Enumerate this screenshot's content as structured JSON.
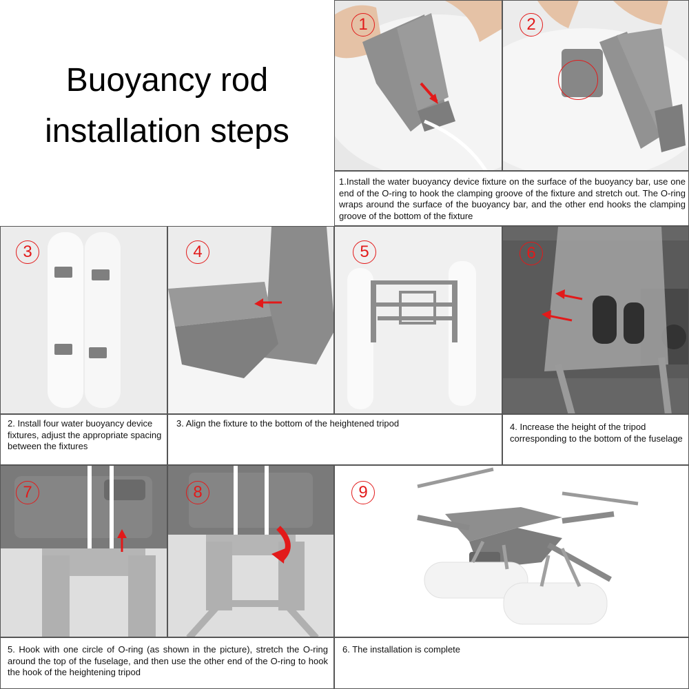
{
  "title": {
    "line1": "Buoyancy rod",
    "line2": "installation steps"
  },
  "steps": [
    {
      "number": "1",
      "caption": "1.Install the water buoyancy device fixture on the surface of the buoyancy bar, use one end of the O-ring to hook the clamping groove of the fixture and stretch out. The O-ring wraps around the surface of the buoyancy bar, and the other end hooks the clamping groove of the bottom of the fixture"
    },
    {
      "number": "2"
    },
    {
      "number": "3",
      "caption": "2. Install four water buoyancy device fixtures, adjust the appropriate spacing between the fixtures"
    },
    {
      "number": "4",
      "caption": "3. Align the fixture to the bottom of the heightened tripod"
    },
    {
      "number": "5"
    },
    {
      "number": "6",
      "caption": "4. Increase the height of the tripod corresponding to the bottom of the fuselage"
    },
    {
      "number": "7",
      "caption": "5. Hook with one circle of O-ring (as shown in the picture), stretch the O-ring around the top of the fuselage, and then use the other end of the O-ring to hook the hook of the heightening tripod"
    },
    {
      "number": "8"
    },
    {
      "number": "9",
      "caption": "6. The installation is complete"
    }
  ],
  "colors": {
    "accent": "#e21a1a",
    "fixture": "#8e8e8e",
    "foam": "#f6f6f6"
  }
}
